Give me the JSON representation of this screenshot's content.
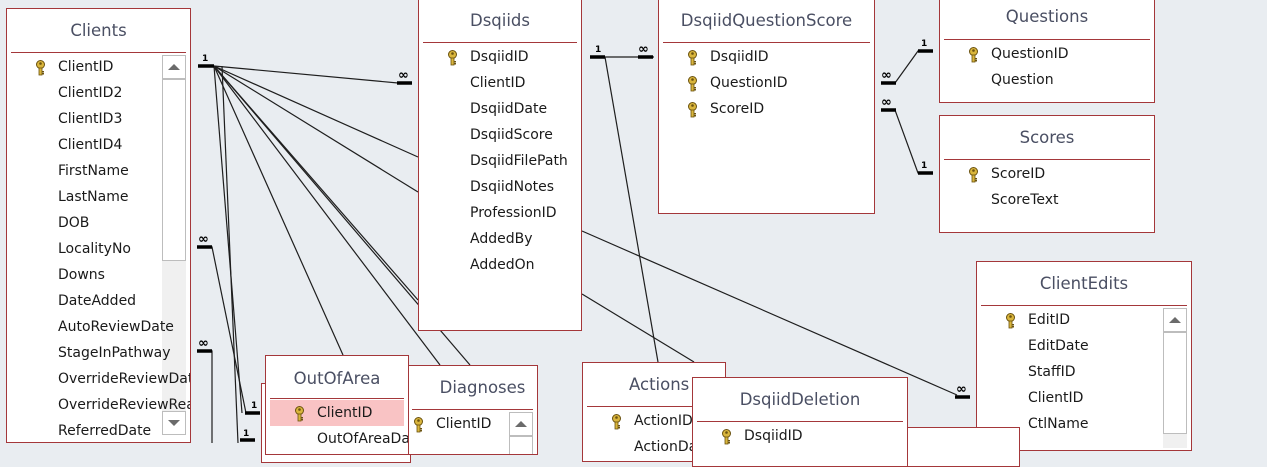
{
  "diagram": {
    "type": "relationships",
    "line_color": "#1e1e1e",
    "border_color": "#a4373a",
    "background_color": "#e9edf1",
    "selected_field_color": "#f9c3c4",
    "one_symbol": "1",
    "many_symbol": "∞"
  },
  "tables": {
    "clients": {
      "title": "Clients",
      "fields": [
        {
          "name": "ClientID",
          "key": true
        },
        {
          "name": "ClientID2",
          "key": false
        },
        {
          "name": "ClientID3",
          "key": false
        },
        {
          "name": "ClientID4",
          "key": false
        },
        {
          "name": "FirstName",
          "key": false
        },
        {
          "name": "LastName",
          "key": false
        },
        {
          "name": "DOB",
          "key": false
        },
        {
          "name": "LocalityNo",
          "key": false
        },
        {
          "name": "Downs",
          "key": false
        },
        {
          "name": "DateAdded",
          "key": false
        },
        {
          "name": "AutoReviewDate",
          "key": false
        },
        {
          "name": "StageInPathway",
          "key": false
        },
        {
          "name": "OverrideReviewDate",
          "key": false
        },
        {
          "name": "OverrideReviewReason",
          "key": false
        },
        {
          "name": "ReferredDate",
          "key": false
        }
      ],
      "has_scrollbar": true
    },
    "dsqiids": {
      "title": "Dsqiids",
      "fields": [
        {
          "name": "DsqiidID",
          "key": true
        },
        {
          "name": "ClientID",
          "key": false
        },
        {
          "name": "DsqiidDate",
          "key": false
        },
        {
          "name": "DsqiidScore",
          "key": false
        },
        {
          "name": "DsqiidFilePath",
          "key": false
        },
        {
          "name": "DsqiidNotes",
          "key": false
        },
        {
          "name": "ProfessionID",
          "key": false
        },
        {
          "name": "AddedBy",
          "key": false
        },
        {
          "name": "AddedOn",
          "key": false
        }
      ]
    },
    "dsqiid_question_score": {
      "title": "DsqiidQuestionScore",
      "fields": [
        {
          "name": "DsqiidID",
          "key": true
        },
        {
          "name": "QuestionID",
          "key": true
        },
        {
          "name": "ScoreID",
          "key": true
        }
      ]
    },
    "questions": {
      "title": "Questions",
      "fields": [
        {
          "name": "QuestionID",
          "key": true
        },
        {
          "name": "Question",
          "key": false
        }
      ]
    },
    "scores": {
      "title": "Scores",
      "fields": [
        {
          "name": "ScoreID",
          "key": true
        },
        {
          "name": "ScoreText",
          "key": false
        }
      ]
    },
    "client_edits": {
      "title": "ClientEdits",
      "fields": [
        {
          "name": "EditID",
          "key": true
        },
        {
          "name": "EditDate",
          "key": false
        },
        {
          "name": "StaffID",
          "key": false
        },
        {
          "name": "ClientID",
          "key": false
        },
        {
          "name": "CtlName",
          "key": false
        }
      ],
      "has_scrollbar": true
    },
    "out_of_area": {
      "title": "OutOfArea",
      "fields": [
        {
          "name": "ClientID",
          "key": true,
          "selected": true
        },
        {
          "name": "OutOfAreaDate",
          "key": false
        }
      ]
    },
    "diagnoses": {
      "title": "Diagnoses",
      "fields": [
        {
          "name": "ClientID",
          "key": true
        }
      ],
      "has_scrollbar": true
    },
    "actions": {
      "title": "Actions",
      "fields": [
        {
          "name": "ActionID",
          "key": true
        },
        {
          "name": "ActionDate",
          "key": false
        }
      ]
    },
    "dsqiid_deletion": {
      "title": "DsqiidDeletion",
      "fields": [
        {
          "name": "DsqiidID",
          "key": true
        }
      ]
    }
  },
  "relationships": [
    {
      "from": "Clients.ClientID",
      "to": "Dsqiids.ClientID",
      "from_card": "1",
      "to_card": "∞"
    },
    {
      "from": "Dsqiids.DsqiidID",
      "to": "DsqiidQuestionScore.DsqiidID",
      "from_card": "1",
      "to_card": "∞"
    },
    {
      "from": "Questions.QuestionID",
      "to": "DsqiidQuestionScore.QuestionID",
      "from_card": "1",
      "to_card": "∞"
    },
    {
      "from": "Scores.ScoreID",
      "to": "DsqiidQuestionScore.ScoreID",
      "from_card": "1",
      "to_card": "∞"
    },
    {
      "from": "Clients.ClientID",
      "to": "ClientEdits.ClientID",
      "from_card": "1",
      "to_card": "∞"
    },
    {
      "from": "Clients.ClientID",
      "to": "OutOfArea.ClientID",
      "from_card": "1",
      "to_card": "1"
    },
    {
      "from": "Clients.ClientID",
      "to": "Diagnoses.ClientID",
      "from_card": "1",
      "to_card": "∞"
    },
    {
      "from": "Clients.ClientID",
      "to": "Actions",
      "from_card": "1",
      "to_card": "∞"
    },
    {
      "from": "Dsqiids.DsqiidID",
      "to": "Actions",
      "from_card": "1",
      "to_card": "∞"
    }
  ]
}
